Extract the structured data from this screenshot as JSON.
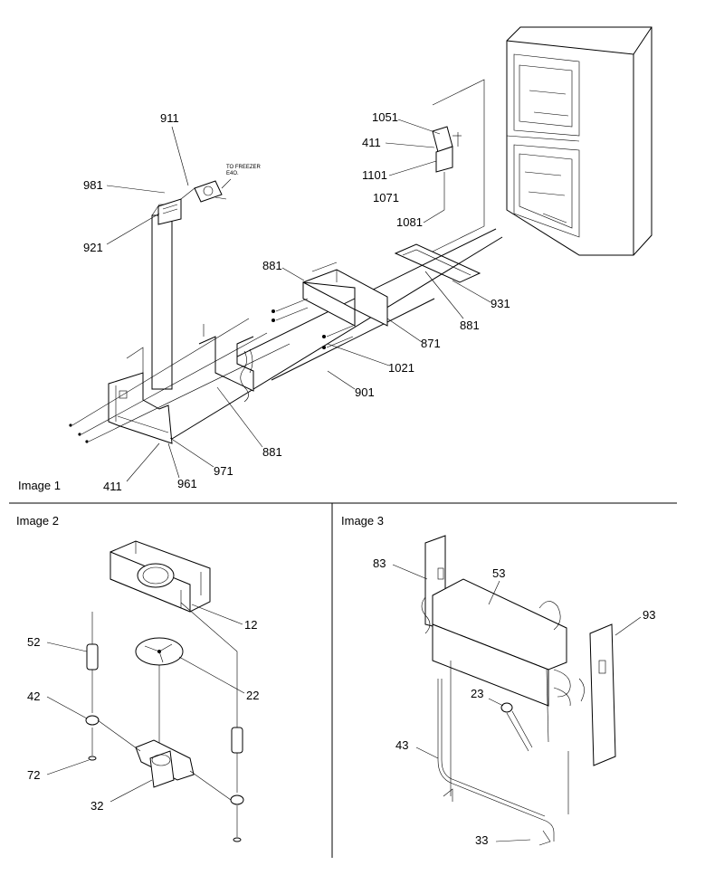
{
  "panels": {
    "image1": "Image 1",
    "image2": "Image 2",
    "image3": "Image 3"
  },
  "note": {
    "line1": "TO FREEZER",
    "line2": "E4O."
  },
  "callouts": {
    "image1": [
      "911",
      "981",
      "921",
      "1051",
      "411",
      "1101",
      "1071",
      "1081",
      "881",
      "931",
      "881",
      "871",
      "1021",
      "901",
      "881",
      "971",
      "961",
      "411"
    ],
    "image2": [
      "12",
      "52",
      "22",
      "42",
      "72",
      "32"
    ],
    "image3": [
      "83",
      "53",
      "93",
      "23",
      "43",
      "33"
    ]
  }
}
